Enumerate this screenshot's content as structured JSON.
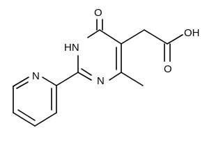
{
  "molecule": {
    "atoms": [
      {
        "id": "o_keto",
        "label": "O"
      },
      {
        "id": "n_h",
        "label": "HN"
      },
      {
        "id": "n_ring",
        "label": "N"
      },
      {
        "id": "n_pyridine",
        "label": "N"
      },
      {
        "id": "o_double",
        "label": "O"
      },
      {
        "id": "oh",
        "label": "OH"
      }
    ]
  }
}
